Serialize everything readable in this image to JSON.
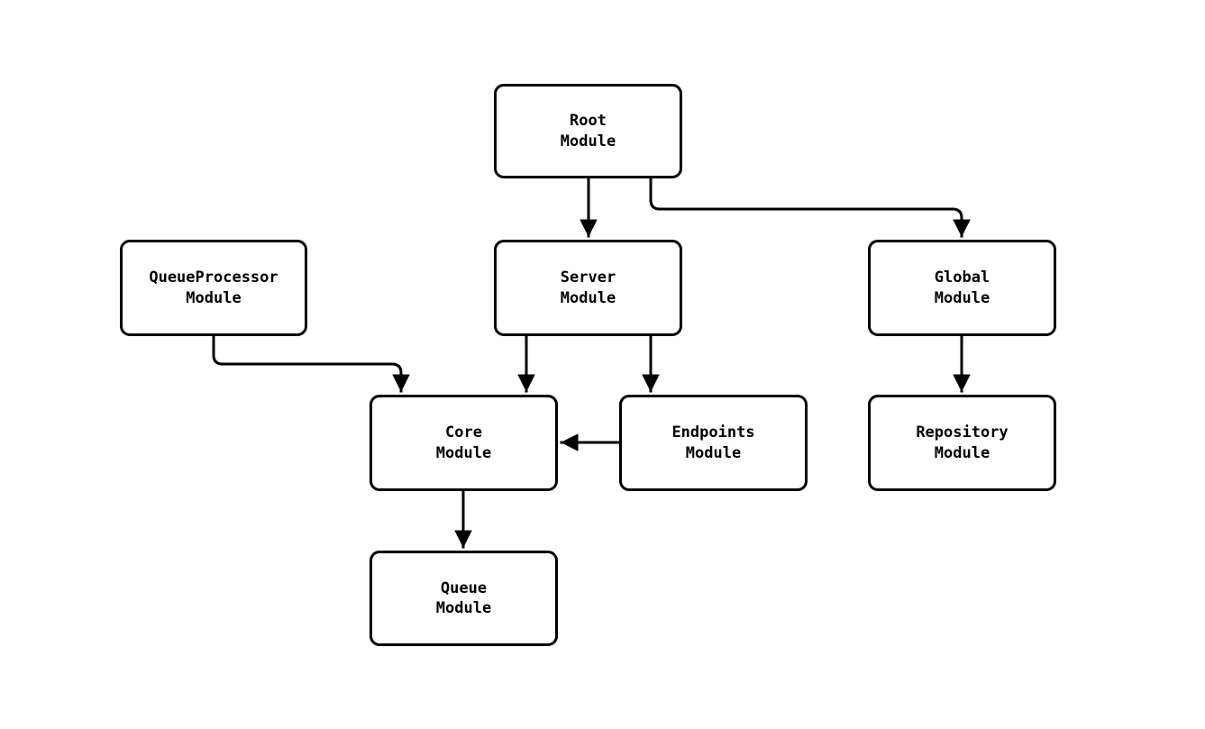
{
  "diagram": {
    "type": "flowchart",
    "direction": "top-down",
    "background_color": "#ffffff",
    "stroke_color": "#000000",
    "text_color": "#000000",
    "nodes": [
      {
        "id": "root",
        "label": "Root\nModule"
      },
      {
        "id": "queueprocessor",
        "label": "QueueProcessor\nModule"
      },
      {
        "id": "server",
        "label": "Server\nModule"
      },
      {
        "id": "global",
        "label": "Global\nModule"
      },
      {
        "id": "core",
        "label": "Core\nModule"
      },
      {
        "id": "endpoints",
        "label": "Endpoints\nModule"
      },
      {
        "id": "repository",
        "label": "Repository\nModule"
      },
      {
        "id": "queue",
        "label": "Queue\nModule"
      }
    ],
    "edges": [
      {
        "from": "Root Module",
        "to": "Server Module"
      },
      {
        "from": "Root Module",
        "to": "Global Module"
      },
      {
        "from": "QueueProcessor Module",
        "to": "Core Module"
      },
      {
        "from": "Server Module",
        "to": "Core Module"
      },
      {
        "from": "Server Module",
        "to": "Endpoints Module"
      },
      {
        "from": "Endpoints Module",
        "to": "Core Module"
      },
      {
        "from": "Global Module",
        "to": "Repository Module"
      },
      {
        "from": "Core Module",
        "to": "Queue Module"
      }
    ]
  }
}
